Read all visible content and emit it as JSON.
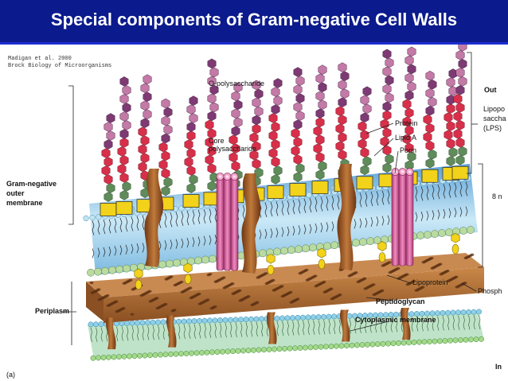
{
  "title": "Special components of Gram-negative Cell Walls",
  "source_lines": [
    "Madigan et al. 2000",
    "Brock Biology of Microorganisms"
  ],
  "labels": {
    "o_polysaccharide": "O-polysaccharide",
    "core_polysaccharide_1": "Core",
    "core_polysaccharide_2": "polysaccharide",
    "protein": "Protein",
    "lipid_a": "Lipid A",
    "porin": "Porin",
    "out": "Out",
    "lps_1": "Lipopo",
    "lps_2": "saccha",
    "lps_3": "(LPS)",
    "outer_membrane_1": "Gram-negative",
    "outer_membrane_2": "outer",
    "outer_membrane_3": "membrane",
    "thickness": "8 n",
    "lipoprotein": "Lipoprotein",
    "phospholipid": "Phosph",
    "peptidoglycan": "Peptidoglycan",
    "periplasm": "Periplasm",
    "cytoplasmic_membrane": "Cytoplasmic membrane",
    "in": "In",
    "figure_ref": "(a)"
  },
  "colors": {
    "title_bar": "#0b1a8c",
    "title_text": "#ffffff",
    "o_chain_pink": "#c47aa6",
    "o_chain_purple": "#7d3a73",
    "core_red": "#d8304a",
    "core_green": "#5f8c5a",
    "lipid_a_yellow": "#f2d21a",
    "membrane_blue": "#9fd4ef",
    "head_green": "#b9dba0",
    "head_blue": "#bfe3f2",
    "protein_brown": "#a05a28",
    "porin_pink": "#d86aa2",
    "peptidoglycan_brown": "#b4703a",
    "cyto_green": "#3d8a3a"
  }
}
